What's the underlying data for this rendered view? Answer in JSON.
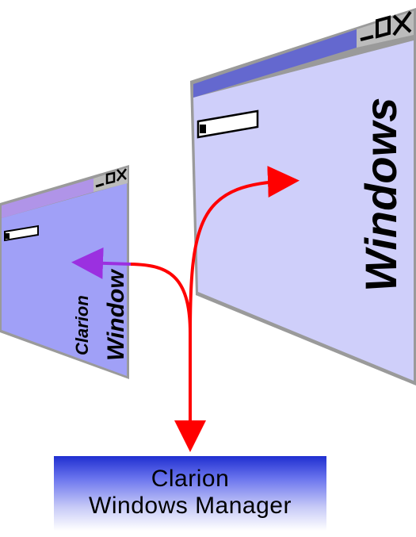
{
  "diagram": {
    "large_window": {
      "label": "Windows",
      "control_glyphs": {
        "minimize": "_",
        "maximize": "□",
        "close": "X"
      },
      "colors": {
        "body": "#cfcffa",
        "title_bar": "#6468cf",
        "frame": "#9a9a9a"
      }
    },
    "small_window": {
      "label_line1": "Clarion",
      "label_line2": "Window",
      "control_glyphs": {
        "minimize": "_",
        "maximize": "□",
        "close": "X"
      },
      "colors": {
        "body": "#a0a0f7",
        "title_bar": "#b094e8",
        "frame": "#9a9a9a"
      }
    },
    "manager": {
      "line1": "Clarion",
      "line2": "Windows Manager",
      "colors": {
        "top": "#1f2fd0",
        "bottom": "#ffffff"
      }
    },
    "arrows": {
      "to_windows_color": "#ff0000",
      "to_manager_color": "#ff0000",
      "to_clarion_window_color": "#9b30e0"
    }
  }
}
